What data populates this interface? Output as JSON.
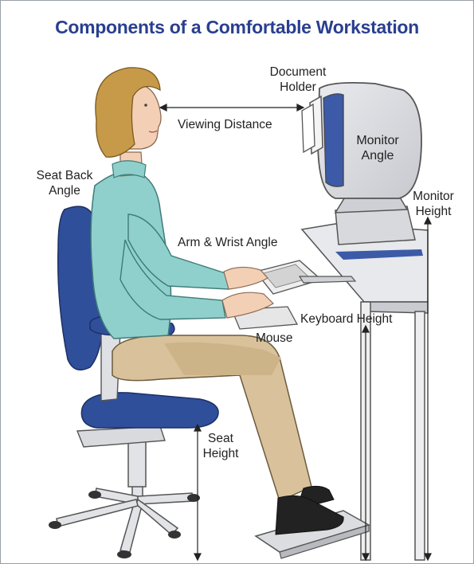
{
  "title": "Components of a Comfortable Workstation",
  "labels": {
    "document_holder_line1": "Document",
    "document_holder_line2": "Holder",
    "viewing_distance": "Viewing Distance",
    "monitor_angle_line1": "Monitor",
    "monitor_angle_line2": "Angle",
    "seat_back_angle_line1": "Seat Back",
    "seat_back_angle_line2": "Angle",
    "monitor_height_line1": "Monitor",
    "monitor_height_line2": "Height",
    "arm_wrist_angle": "Arm & Wrist Angle",
    "keyboard_height": "Keyboard Height",
    "mouse": "Mouse",
    "seat_height_line1": "Seat",
    "seat_height_line2": "Height"
  },
  "colors": {
    "title": "#2a3f8f",
    "shirt": "#8fd0cc",
    "pants": "#d9c29b",
    "hair": "#c79a4a",
    "chair_blue": "#2f4f9a",
    "monitor_gray": "#d8d9dd",
    "desk": "#e8e9ec"
  }
}
